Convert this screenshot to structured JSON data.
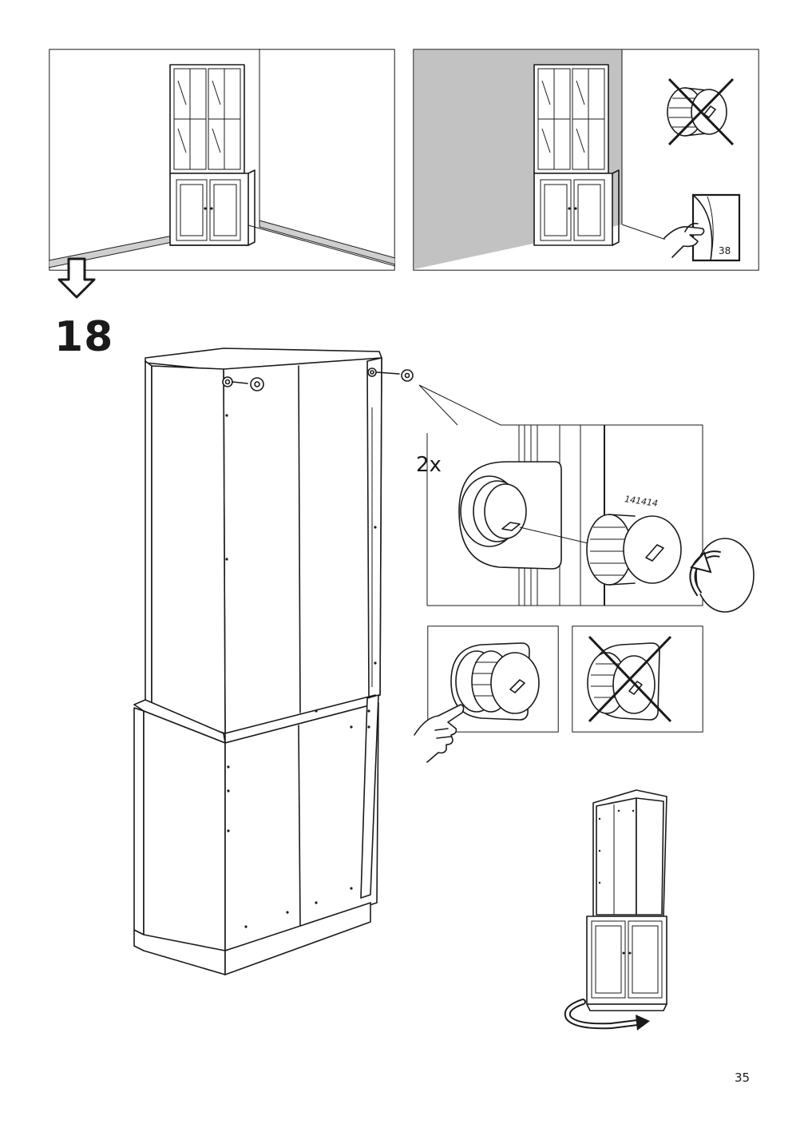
{
  "step": {
    "number": "18"
  },
  "detail": {
    "quantity": "2x",
    "part_number": "141414"
  },
  "reference": {
    "page": "38"
  },
  "footer": {
    "page_number": "35"
  },
  "icons": {
    "step_arrow": "hollow-down-arrow-icon",
    "cross": "x-cross-icon",
    "rotate": "rotate-clockwise-arrow-icon",
    "turn": "turn-around-arrow-icon",
    "hand": "pointing-hand-icon",
    "page_ref": "page-turn-icon"
  }
}
